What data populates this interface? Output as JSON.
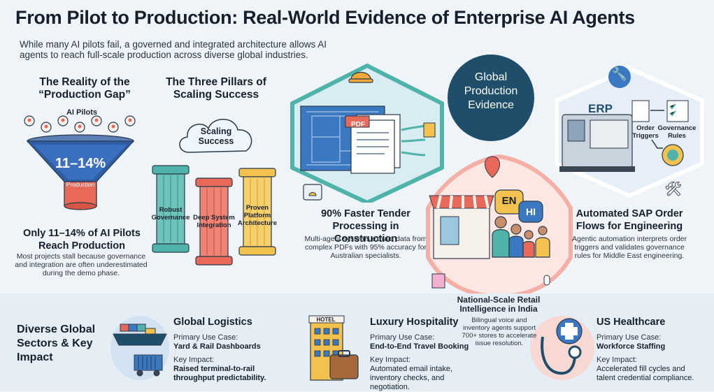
{
  "header": {
    "title": "From Pilot to Production: Real-World Evidence of Enterprise AI Agents",
    "subtitle": "While many AI pilots fail, a governed and integrated architecture allows AI agents to reach full-scale production across diverse global industries."
  },
  "gap": {
    "heading": "The Reality of the “Production Gap”",
    "pilots_label": "AI Pilots",
    "percent": "11–14%",
    "production_label": "Production",
    "stat_title": "Only 11–14% of AI Pilots Reach Production",
    "stat_body": "Most projects stall because governance and integration are often underestimated during the demo phase."
  },
  "pillars": {
    "heading": "The Three Pillars of Scaling Success",
    "cloud_label": "Scaling Success",
    "items": [
      {
        "label": "Robust Governance",
        "color": "#4fb3a9"
      },
      {
        "label": "Deep System Integration",
        "color": "#e8695a"
      },
      {
        "label": "Proven Platform Architecture",
        "color": "#f2c14e"
      }
    ]
  },
  "global": {
    "badge": "Global Production Evidence"
  },
  "construction": {
    "pdf_label": "PDF",
    "title": "90% Faster Tender Processing in Construction",
    "body": "Multi-agent systems extract data from complex PDFs with 95% accuracy for Australian specialists."
  },
  "retail": {
    "bubble_en": "EN",
    "bubble_hi": "HI",
    "title": "National-Scale Retail Intelligence in India",
    "body": "Bilingual voice and inventory agents support 700+ stores to accelerate issue resolution."
  },
  "sap": {
    "erp_label": "ERP",
    "order_triggers": "Order Triggers",
    "governance_rules": "Governance Rules",
    "title": "Automated SAP Order Flows for Engineering",
    "body": "Agentic automation interprets order triggers and validates governance rules for Middle East engineering."
  },
  "sectors": {
    "heading": "Diverse Global Sectors & Key Impact",
    "use_case_label": "Primary Use Case:",
    "impact_label": "Key Impact:",
    "items": [
      {
        "title": "Global Logistics",
        "use_case": "Yard & Rail Dashboards",
        "impact": "Raised terminal-to-rail throughput predictability."
      },
      {
        "title": "Luxury Hospitality",
        "use_case": "End-to-End Travel Booking",
        "impact": "Automated email intake, inventory checks, and negotiation."
      },
      {
        "title": "US Healthcare",
        "use_case": "Workforce Staffing",
        "impact": "Accelerated fill cycles and talent credential compliance."
      }
    ],
    "hotel_sign": "HOTEL"
  },
  "colors": {
    "navy": "#1f4e6b",
    "teal": "#4fb3a9",
    "coral": "#e8695a",
    "gold": "#f2c14e",
    "blue": "#3a78c2"
  }
}
